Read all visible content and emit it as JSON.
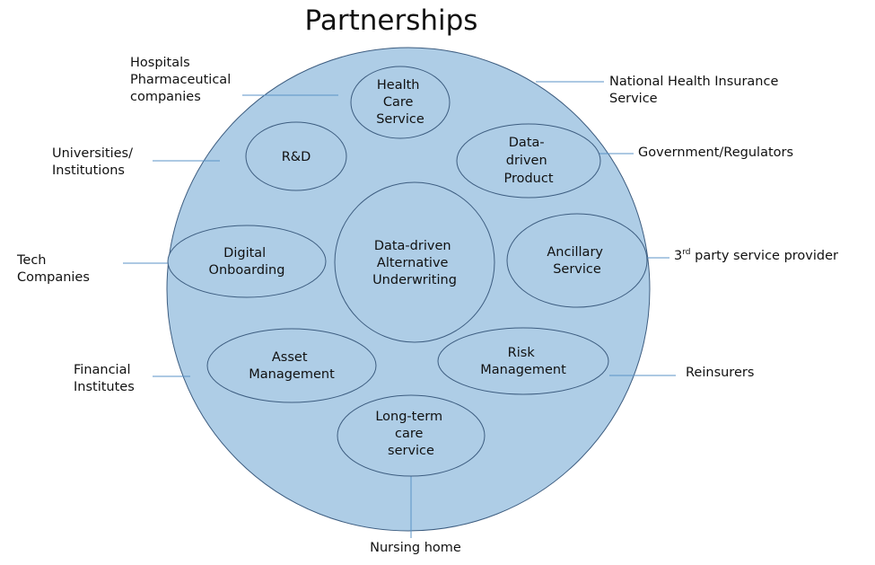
{
  "title": "Partnerships",
  "colors": {
    "circle_fill": "#aecde6",
    "circle_stroke": "#3d5d80",
    "connector": "#5b93c7"
  },
  "nodes": [
    {
      "id": "health-care-service",
      "lines": [
        "Health",
        "Care",
        "Service"
      ]
    },
    {
      "id": "r-and-d",
      "lines": [
        "R&D"
      ]
    },
    {
      "id": "data-driven-product",
      "lines": [
        "Data-",
        "driven",
        "Product"
      ]
    },
    {
      "id": "digital-onboarding",
      "lines": [
        "Digital",
        "Onboarding"
      ]
    },
    {
      "id": "data-driven-alternative-underwriting",
      "lines": [
        "Data-driven",
        "Alternative",
        "Underwriting"
      ]
    },
    {
      "id": "ancillary-service",
      "lines": [
        "Ancillary",
        "Service"
      ]
    },
    {
      "id": "asset-management",
      "lines": [
        "Asset",
        "Management"
      ]
    },
    {
      "id": "risk-management",
      "lines": [
        "Risk",
        "Management"
      ]
    },
    {
      "id": "long-term-care-service",
      "lines": [
        "Long-term",
        "care",
        "service"
      ]
    }
  ],
  "partners": [
    {
      "id": "hospitals-pharma",
      "lines": [
        "Hospitals",
        "Pharmaceutical",
        "companies"
      ]
    },
    {
      "id": "national-health-insurance",
      "lines": [
        "National Health Insurance",
        "Service"
      ]
    },
    {
      "id": "universities",
      "lines": [
        "Universities/",
        "Institutions"
      ]
    },
    {
      "id": "government-regulators",
      "lines": [
        "Government/Regulators"
      ]
    },
    {
      "id": "tech-companies",
      "lines": [
        "Tech",
        "Companies"
      ]
    },
    {
      "id": "third-party-provider",
      "lines": [
        "3",
        "rd",
        " party service provider"
      ]
    },
    {
      "id": "financial-institutes",
      "lines": [
        "Financial",
        "Institutes"
      ]
    },
    {
      "id": "reinsurers",
      "lines": [
        "Reinsurers"
      ]
    },
    {
      "id": "nursing-home",
      "lines": [
        "Nursing home"
      ]
    }
  ]
}
